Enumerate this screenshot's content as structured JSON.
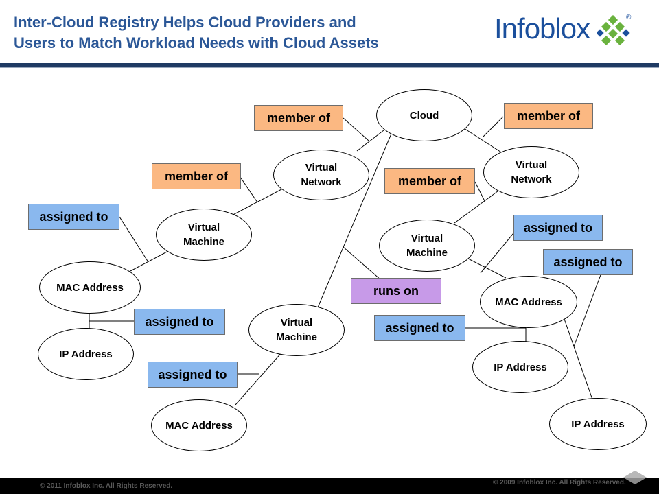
{
  "header": {
    "title_line1": "Inter-Cloud Registry Helps Cloud Providers and",
    "title_line2": "Users to Match Workload Needs with Cloud Assets",
    "logo_text": "Infoblox",
    "logo_reg": "®"
  },
  "nodes": {
    "cloud": "Cloud",
    "vnet_left": "Virtual\nNetwork",
    "vnet_right": "Virtual\nNetwork",
    "vm_left": "Virtual\nMachine",
    "vm_center": "Virtual\nMachine",
    "vm_right": "Virtual\nMachine",
    "mac_left": "MAC Address",
    "mac_center": "MAC Address",
    "mac_right": "MAC Address",
    "ip_left": "IP Address",
    "ip_right_mid": "IP Address",
    "ip_right_low": "IP Address"
  },
  "labels": {
    "member_of_1": "member of",
    "member_of_2": "member of",
    "member_of_3": "member of",
    "member_of_4": "member of",
    "assigned_to_1": "assigned to",
    "assigned_to_2": "assigned to",
    "assigned_to_3": "assigned to",
    "assigned_to_4": "assigned  to",
    "assigned_to_5": "assigned to",
    "assigned_to_6": "assigned to",
    "runs_on": "runs on"
  },
  "colors": {
    "member_of": "#fbb882",
    "assigned_to": "#8ab8ee",
    "runs_on": "#c79ae8",
    "title": "#2b5797"
  },
  "footer": {
    "left": "© 2011 Infoblox Inc. All Rights Reserved.",
    "right": "© 2009 Infoblox Inc. All Rights Reserved."
  }
}
